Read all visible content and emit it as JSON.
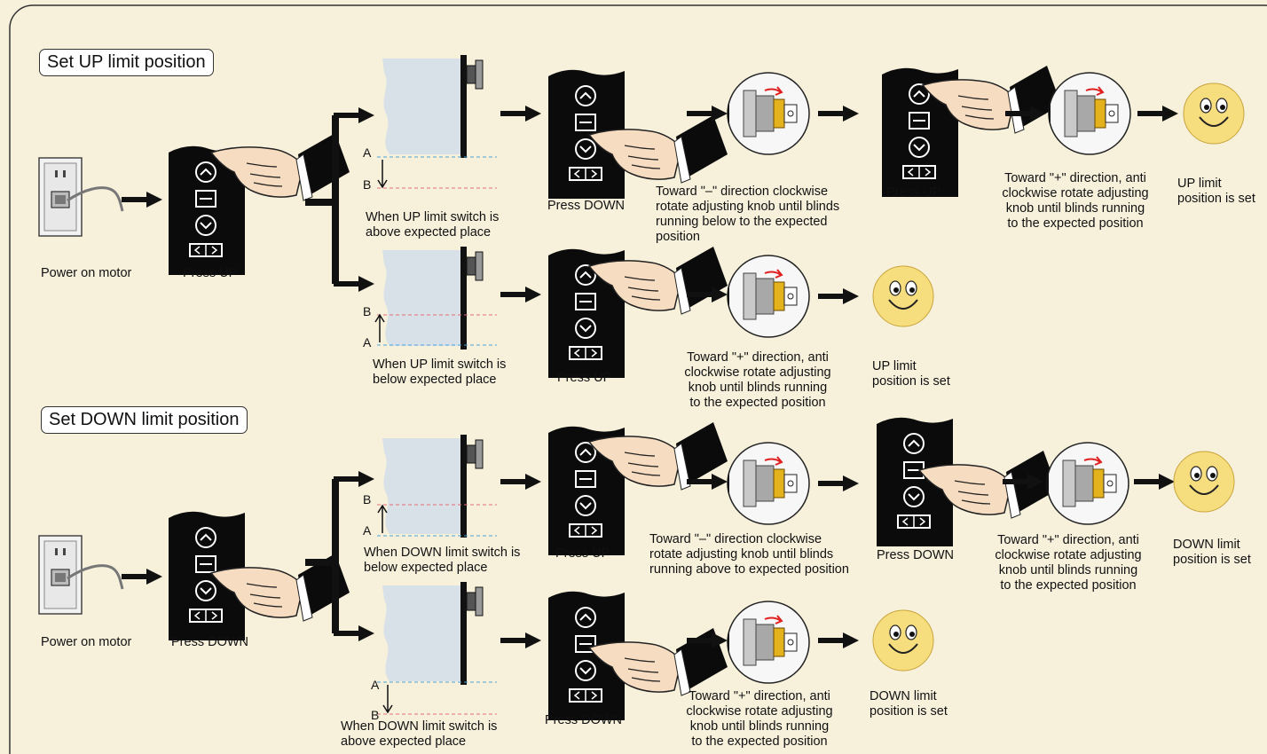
{
  "sections": {
    "up_title": "Set UP limit position",
    "down_title": "Set DOWN limit position"
  },
  "up": {
    "power": "Power on motor",
    "press_up": "Press UP",
    "case_above": "When UP limit switch is\nabove expected place",
    "case_below": "When UP limit switch is\nbelow expected place",
    "press_down": "Press DOWN",
    "press_up_2": "Press UP",
    "step_minus": "Toward ʺ–ʺ direction clockwise\nrotate adjusting knob until blinds\nrunning below to the expected\nposition",
    "press_up_3": "Press UP",
    "step_plus_a": "Toward \"+\" direction, anti\nclockwise rotate adjusting\nknob until blinds running\nto the expected position",
    "done_a": "UP limit\nposition is set",
    "step_plus_b": "Toward \"+\" direction, anti\nclockwise rotate adjusting\nknob until blinds running\nto the expected position",
    "done_b": "UP limit\nposition is set"
  },
  "down": {
    "power": "Power on motor",
    "press_down": "Press DOWN",
    "case_below": "When DOWN limit switch is\nbelow expected place",
    "case_above": "When DOWN limit  switch  is\nabove  expected place",
    "press_up": "Press UP",
    "press_down_2": "Press  DOWN",
    "step_minus": "Toward ʺ–ʺ direction clockwise\nrotate  adjusting knob until blinds\nrunning above to expected position",
    "press_down_3": "Press DOWN",
    "step_plus_a": "Toward \"+\" direction, anti\nclockwise rotate adjusting\nknob until blinds running\nto the expected position",
    "done_a": "DOWN limit\nposition is set",
    "step_plus_b": "Toward \"+\" direction, anti\nclockwise rotate adjusting\nknob until blinds running\nto the expected position",
    "done_b": "DOWN  limit\nposition is set"
  },
  "markers": {
    "a": "A",
    "b": "B"
  },
  "icons": {
    "remote": "remote-control-icon",
    "hand": "pointing-hand-icon",
    "outlet": "wall-outlet-icon",
    "blind": "roller-blind-icon",
    "knob": "adjusting-knob-icon",
    "smiley": "smiley-face-icon",
    "arrow": "flow-arrow-icon"
  },
  "colors": {
    "background": "#f7f1dc",
    "blind": "#d9e1e8",
    "smiley": "#f6dd7e",
    "knob_gold": "#e3b21d",
    "rotate_arrow": "#e02020",
    "line_a": "#4aa3d8",
    "line_b": "#e66a78"
  }
}
